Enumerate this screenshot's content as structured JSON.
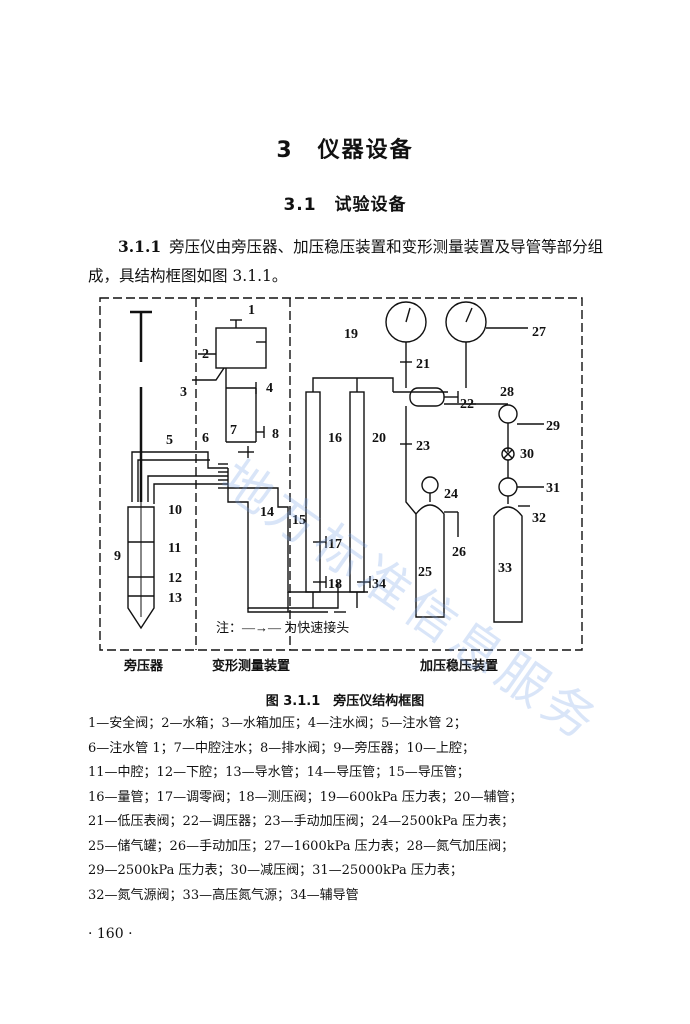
{
  "chapter": {
    "title": "3　仪器设备"
  },
  "section": {
    "title": "3.1　试验设备"
  },
  "paragraph": {
    "number": "3.1.1",
    "text": "旁压仪由旁压器、加压稳压装置和变形测量装置及导管等部分组成，具结构框图如图 3.1.1。"
  },
  "figure": {
    "caption": "图 3.1.1　旁压仪结构框图",
    "note": "注：—→— 为快速接头",
    "panels": [
      "旁压器",
      "变形测量装置",
      "加压稳压装置"
    ],
    "labels": {
      "n1": "1",
      "n2": "2",
      "n3": "3",
      "n4": "4",
      "n5": "5",
      "n6": "6",
      "n7": "7",
      "n8": "8",
      "n9": "9",
      "n10": "10",
      "n11": "11",
      "n12": "12",
      "n13": "13",
      "n14": "14",
      "n15": "15",
      "n16": "16",
      "n17": "17",
      "n18": "18",
      "n19": "19",
      "n20": "20",
      "n21": "21",
      "n22": "22",
      "n23": "23",
      "n24": "24",
      "n25": "25",
      "n26": "26",
      "n27": "27",
      "n28": "28",
      "n29": "29",
      "n30": "30",
      "n31": "31",
      "n32": "32",
      "n33": "33",
      "n34": "34"
    }
  },
  "legend": [
    "1—安全阀；2—水箱；3—水箱加压；4—注水阀；5—注水管 2；",
    "6—注水管 1；7—中腔注水；8—排水阀；9—旁压器；10—上腔；",
    "11—中腔；12—下腔；13—导水管；14—导压管；15—导压管；",
    "16—量管；17—调零阀；18—测压阀；19—600kPa 压力表；20—辅管；",
    "21—低压表阀；22—调压器；23—手动加压阀；24—2500kPa 压力表；",
    "25—储气罐；26—手动加压；27—1600kPa 压力表；28—氮气加压阀；",
    "29—2500kPa 压力表；30—减压阀；31—25000kPa 压力表；",
    "32—氮气源阀；33—高压氮气源；34—辅导管"
  ],
  "page": {
    "number": "· 160 ·"
  },
  "watermark": {
    "text": "地方标准信息服务"
  }
}
